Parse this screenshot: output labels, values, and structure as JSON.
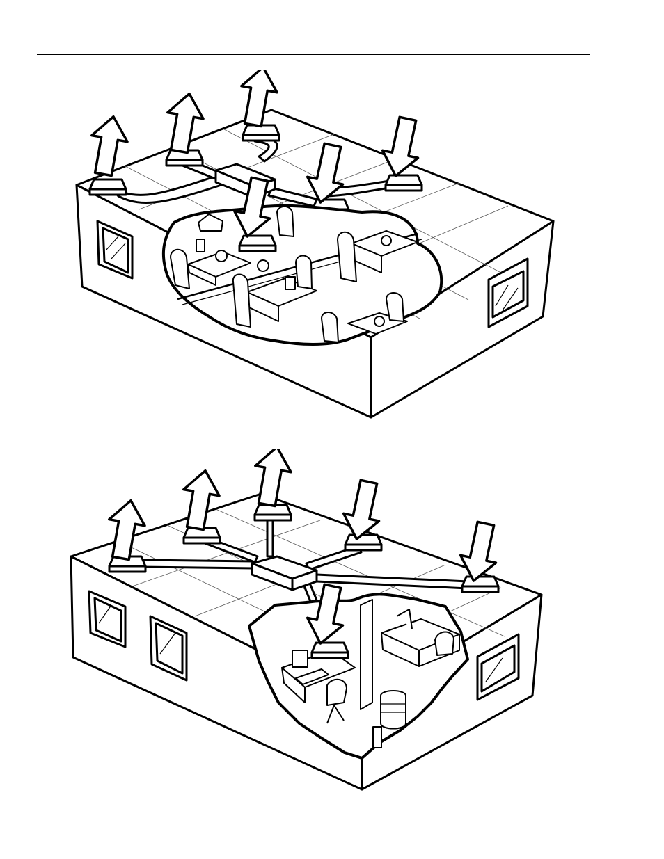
{
  "page": {
    "has_top_rule": true
  },
  "figures": [
    {
      "id": "restaurant",
      "scene": "dining-room",
      "exhaust_arrows": 3,
      "supply_arrows": 3,
      "colors": {
        "line": "#000000",
        "fill": "#ffffff"
      }
    },
    {
      "id": "office",
      "scene": "office",
      "exhaust_arrows": 3,
      "supply_arrows": 3,
      "colors": {
        "line": "#000000",
        "fill": "#ffffff"
      }
    }
  ]
}
